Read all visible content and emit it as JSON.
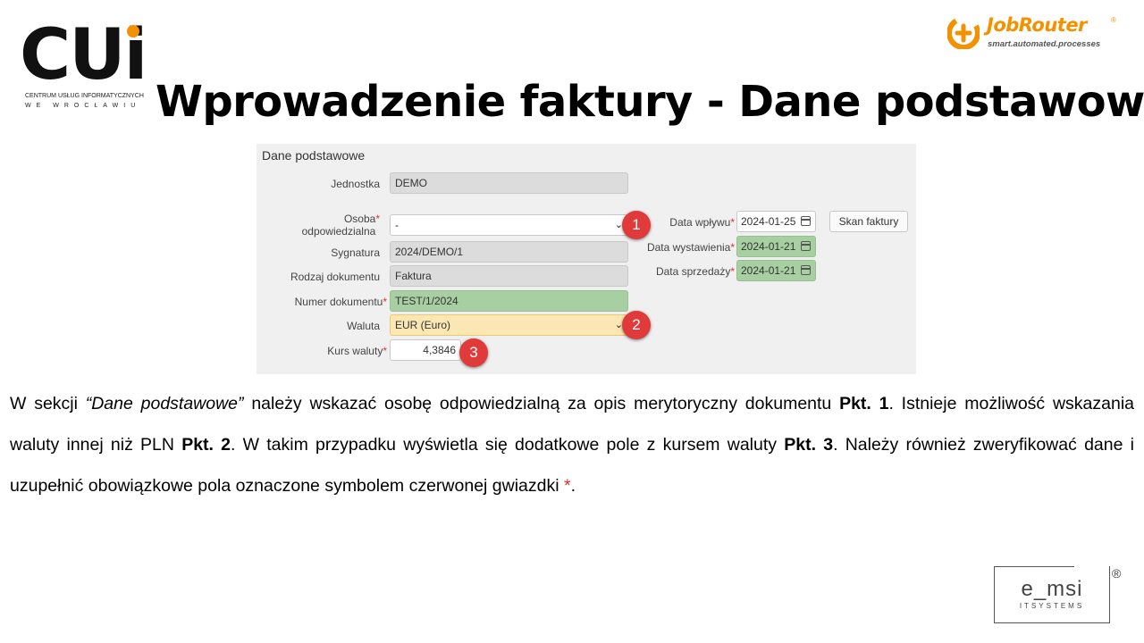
{
  "title": "Wprowadzenie faktury - Dane podstawowe",
  "cui_logo": {
    "letters": "CUi",
    "line1": "CENTRUM USŁUG INFORMATYCZNYCH",
    "line2": "WE WROCŁAWIU"
  },
  "jobrouter_logo": {
    "name": "JobRouter",
    "registered": "®",
    "tagline": "smart.automated.processes"
  },
  "form": {
    "section_title": "Dane podstawowe",
    "required_mark": "*",
    "fields": {
      "jednostka": {
        "label": "Jednostka",
        "value": "DEMO"
      },
      "osoba": {
        "label_line1": "Osoba",
        "label_line2": "odpowiedzialna",
        "value": "-"
      },
      "sygnatura": {
        "label": "Sygnatura",
        "value": "2024/DEMO/1"
      },
      "rodzaj": {
        "label": "Rodzaj dokumentu",
        "value": "Faktura"
      },
      "numer": {
        "label": "Numer dokumentu",
        "value": "TEST/1/2024"
      },
      "waluta": {
        "label": "Waluta",
        "value": "EUR (Euro)"
      },
      "kurs": {
        "label": "Kurs waluty",
        "value": "4,3846"
      },
      "data_wplywu": {
        "label": "Data wpływu",
        "value": "2024-01-25"
      },
      "data_wystawienia": {
        "label": "Data wystawienia",
        "value": "2024-01-21"
      },
      "data_sprzedazy": {
        "label": "Data sprzedaży",
        "value": "2024-01-21"
      }
    },
    "scan_button": "Skan faktury",
    "badges": [
      "1",
      "2",
      "3"
    ]
  },
  "paragraph": {
    "p1": "W sekcji ",
    "p2": "“Dane podstawowe”",
    "p3": " należy wskazać osobę odpowiedzialną za opis merytoryczny dokumentu ",
    "p4": "Pkt. 1",
    "p5": ". Istnieje możliwość wskazania waluty innej niż PLN ",
    "p6": "Pkt. 2",
    "p7": ". W takim przypadku wyświetla się dodatkowe pole z kursem waluty ",
    "p8": "Pkt. 3",
    "p9": ". Należy również zweryfikować dane i uzupełnić obowiązkowe pola oznaczone symbolem czerwonej gwiazdki ",
    "p10": "*",
    "p11": "."
  },
  "emsi_logo": {
    "name": "e_msi",
    "sub": "ITSYSTEMS",
    "registered": "®"
  }
}
